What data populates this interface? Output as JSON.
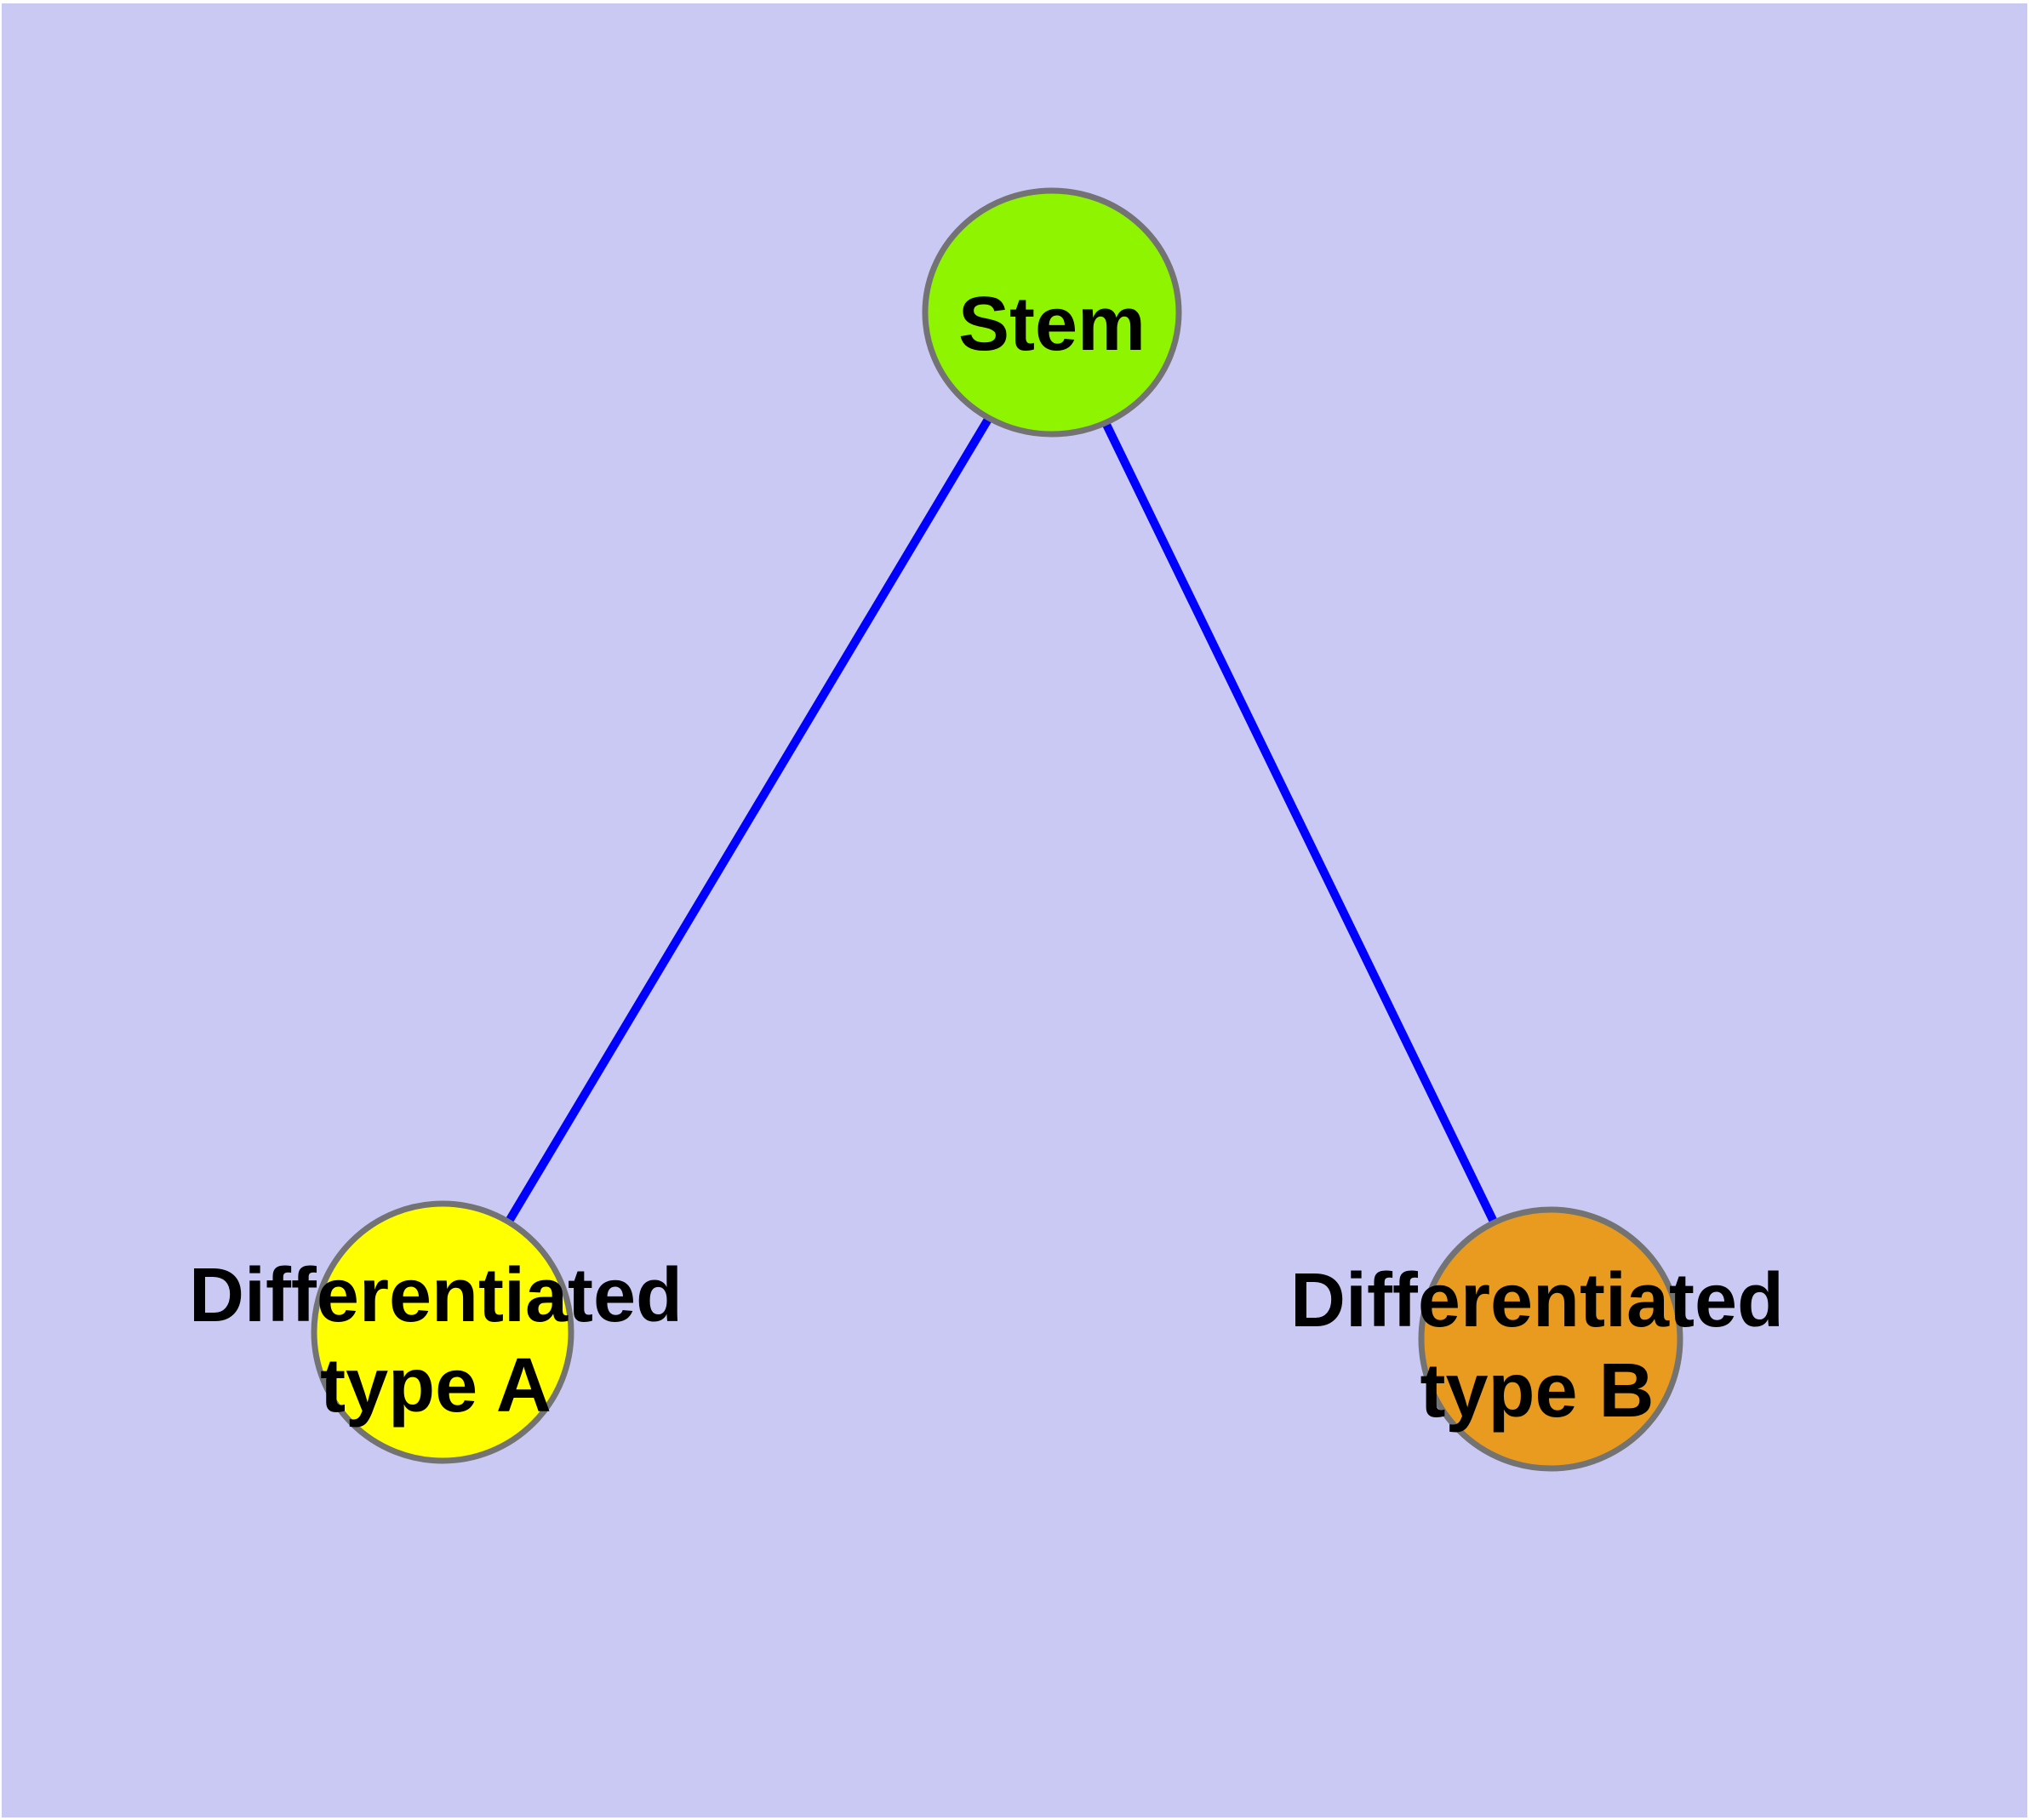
{
  "diagram": {
    "type": "node-link-graph",
    "background_color": "#C9C9F4",
    "margin_color": "#FFFFFF",
    "edge_color": "#0000FF",
    "node_border_color": "#737373",
    "label_color": "#000000",
    "nodes": [
      {
        "id": "stem",
        "label": "Stem",
        "fill_color": "#8FF400"
      },
      {
        "id": "differentiated-type-a",
        "label": "Differentiated type A",
        "label_line1": "Differentiated",
        "label_line2": "type A",
        "fill_color": "#FFFF00"
      },
      {
        "id": "differentiated-type-b",
        "label": "Differentiated type B",
        "label_line1": "Differentiated",
        "label_line2": "type B",
        "fill_color": "#E89B1E"
      }
    ],
    "edges": [
      {
        "from": "Stem",
        "to": "Differentiated type A"
      },
      {
        "from": "Stem",
        "to": "Differentiated type B"
      }
    ]
  }
}
